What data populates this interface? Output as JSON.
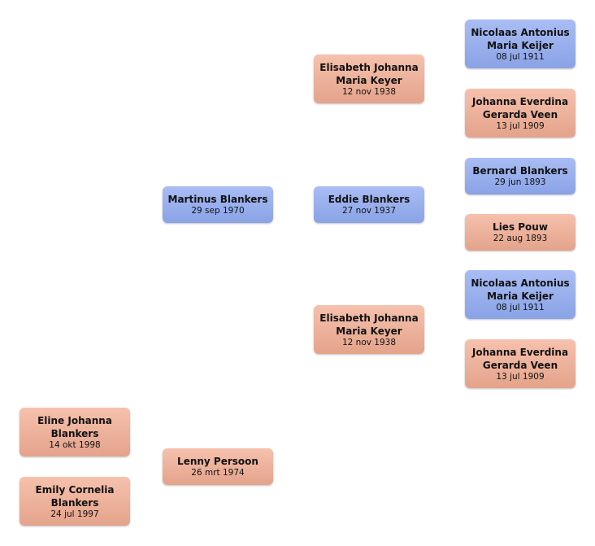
{
  "people": {
    "nicolaas_1": {
      "name": "Nicolaas Antonius Maria Keijer",
      "date": "08 jul 1911"
    },
    "elisabeth_1": {
      "name": "Elisabeth Johanna Maria Keyer",
      "date": "12 nov 1938"
    },
    "johanna_1": {
      "name": "Johanna Everdina Gerarda Veen",
      "date": "13 jul 1909"
    },
    "bernard": {
      "name": "Bernard Blankers",
      "date": "29 jun 1893"
    },
    "martinus": {
      "name": "Martinus Blankers",
      "date": "29 sep 1970"
    },
    "eddie": {
      "name": "Eddie Blankers",
      "date": "27 nov 1937"
    },
    "lies": {
      "name": "Lies Pouw",
      "date": "22 aug 1893"
    },
    "nicolaas_2": {
      "name": "Nicolaas Antonius Maria Keijer",
      "date": "08 jul 1911"
    },
    "elisabeth_2": {
      "name": "Elisabeth Johanna Maria Keyer",
      "date": "12 nov 1938"
    },
    "johanna_2": {
      "name": "Johanna Everdina Gerarda Veen",
      "date": "13 jul 1909"
    },
    "eline": {
      "name": "Eline Johanna Blankers",
      "date": "14 okt 1998"
    },
    "lenny": {
      "name": "Lenny Persoon",
      "date": "26 mrt 1974"
    },
    "emily": {
      "name": "Emily Cornelia Blankers",
      "date": "24 jul 1997"
    }
  }
}
